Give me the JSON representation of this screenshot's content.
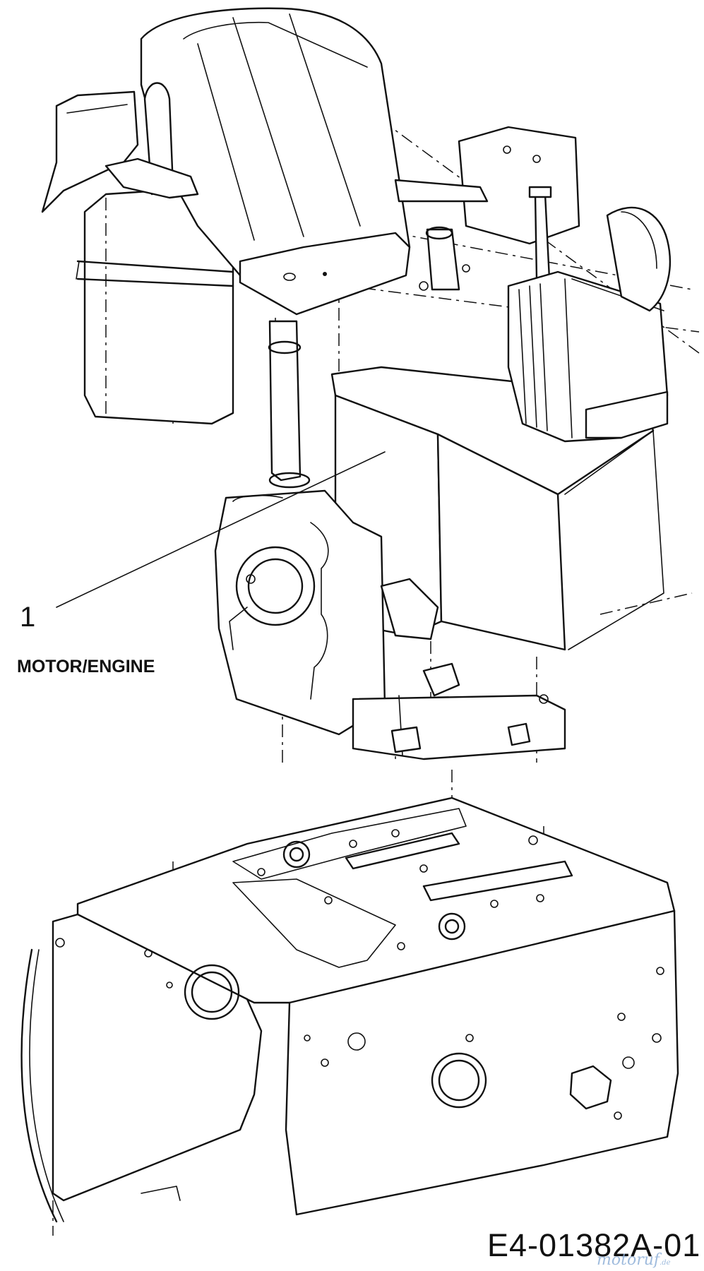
{
  "callouts": [
    {
      "number": "1",
      "label": "MOTOR/ENGINE"
    }
  ],
  "drawing_code": "E4-01382A-01",
  "watermark": {
    "text": "motoruf",
    "suffix": ".de"
  },
  "colors": {
    "line": "#111111",
    "background": "#ffffff",
    "watermark": "#8fb0d8"
  }
}
